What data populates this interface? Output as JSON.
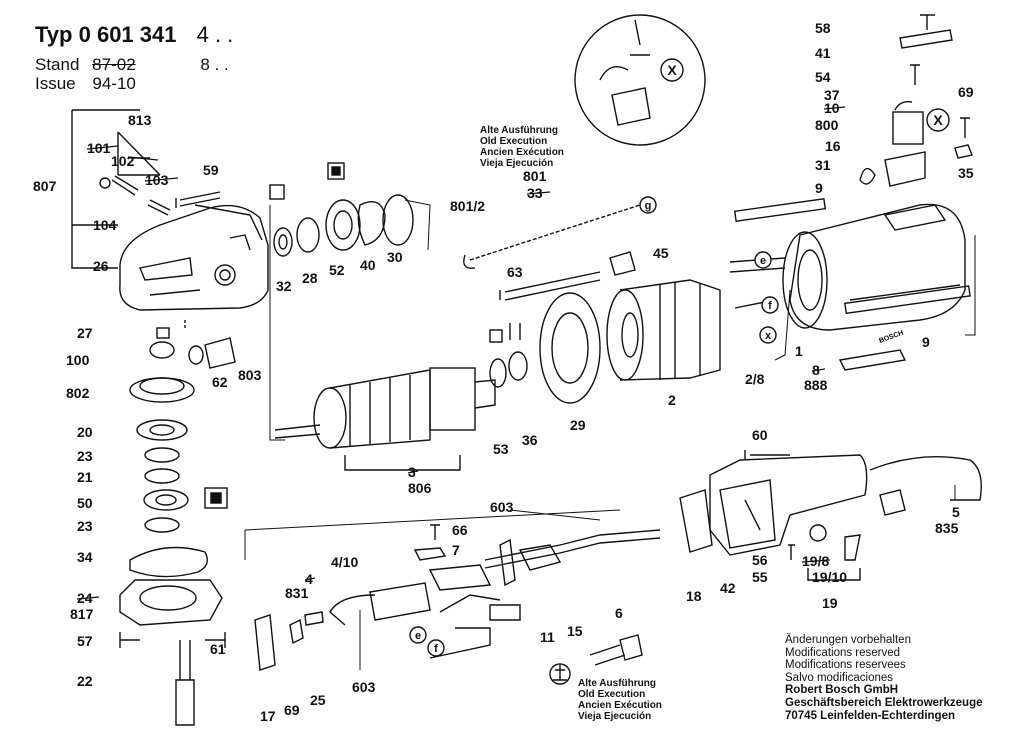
{
  "header": {
    "typ_label": "Typ",
    "typ_number": "0 601 341",
    "typ_suffix": "4 . .",
    "stand_label": "Stand",
    "stand_value": "87-02",
    "stand_suffix": "8 . .",
    "issue_label": "Issue",
    "issue_value": "94-10"
  },
  "old_execution_note": [
    "Alte Ausführung",
    "Old Execution",
    "Ancien Exécution",
    "Vieja Ejecución"
  ],
  "footer_notes": [
    "Änderungen vorbehalten",
    "Modifications reserved",
    "Modifications reservees",
    "Salvo modificaciones",
    "Robert Bosch GmbH",
    "Geschäftsbereich Elektrowerkzeuge",
    "70745 Leinfelden-Echterdingen"
  ],
  "callouts": {
    "x_symbol": "X",
    "small_x": "x",
    "e": "e",
    "f": "f",
    "g": "g"
  },
  "brand": "BOSCH",
  "part_labels": [
    {
      "id": "813",
      "t": "813"
    },
    {
      "id": "101",
      "t": "101"
    },
    {
      "id": "102",
      "t": "102"
    },
    {
      "id": "103",
      "t": "103"
    },
    {
      "id": "807",
      "t": "807"
    },
    {
      "id": "104",
      "t": "104"
    },
    {
      "id": "26",
      "t": "26"
    },
    {
      "id": "59",
      "t": "59"
    },
    {
      "id": "32",
      "t": "32"
    },
    {
      "id": "28",
      "t": "28"
    },
    {
      "id": "52",
      "t": "52"
    },
    {
      "id": "40",
      "t": "40"
    },
    {
      "id": "30",
      "t": "30"
    },
    {
      "id": "27",
      "t": "27"
    },
    {
      "id": "100",
      "t": "100"
    },
    {
      "id": "62",
      "t": "62"
    },
    {
      "id": "803",
      "t": "803"
    },
    {
      "id": "802",
      "t": "802"
    },
    {
      "id": "20",
      "t": "20"
    },
    {
      "id": "23a",
      "t": "23"
    },
    {
      "id": "21",
      "t": "21"
    },
    {
      "id": "50",
      "t": "50"
    },
    {
      "id": "23b",
      "t": "23"
    },
    {
      "id": "34",
      "t": "34"
    },
    {
      "id": "24",
      "t": "24"
    },
    {
      "id": "817",
      "t": "817"
    },
    {
      "id": "57",
      "t": "57"
    },
    {
      "id": "61",
      "t": "61"
    },
    {
      "id": "22",
      "t": "22"
    },
    {
      "id": "801",
      "t": "801"
    },
    {
      "id": "33",
      "t": "33"
    },
    {
      "id": "8012",
      "t": "801/2"
    },
    {
      "id": "63",
      "t": "63"
    },
    {
      "id": "45",
      "t": "45"
    },
    {
      "id": "53",
      "t": "53"
    },
    {
      "id": "36",
      "t": "36"
    },
    {
      "id": "29",
      "t": "29"
    },
    {
      "id": "2",
      "t": "2"
    },
    {
      "id": "3",
      "t": "3"
    },
    {
      "id": "806",
      "t": "806"
    },
    {
      "id": "58",
      "t": "58"
    },
    {
      "id": "41",
      "t": "41"
    },
    {
      "id": "54",
      "t": "54"
    },
    {
      "id": "37",
      "t": "37"
    },
    {
      "id": "10",
      "t": "10"
    },
    {
      "id": "800",
      "t": "800"
    },
    {
      "id": "16",
      "t": "16"
    },
    {
      "id": "31",
      "t": "31"
    },
    {
      "id": "69a",
      "t": "69"
    },
    {
      "id": "35",
      "t": "35"
    },
    {
      "id": "9a",
      "t": "9"
    },
    {
      "id": "9b",
      "t": "9"
    },
    {
      "id": "1",
      "t": "1"
    },
    {
      "id": "28b",
      "t": "2/8"
    },
    {
      "id": "8",
      "t": "8"
    },
    {
      "id": "888",
      "t": "888"
    },
    {
      "id": "60",
      "t": "60"
    },
    {
      "id": "5",
      "t": "5"
    },
    {
      "id": "835",
      "t": "835"
    },
    {
      "id": "603a",
      "t": "603"
    },
    {
      "id": "66",
      "t": "66"
    },
    {
      "id": "7",
      "t": "7"
    },
    {
      "id": "410",
      "t": "4/10"
    },
    {
      "id": "4",
      "t": "4"
    },
    {
      "id": "831",
      "t": "831"
    },
    {
      "id": "6",
      "t": "6"
    },
    {
      "id": "11",
      "t": "11"
    },
    {
      "id": "15",
      "t": "15"
    },
    {
      "id": "18",
      "t": "18"
    },
    {
      "id": "42",
      "t": "42"
    },
    {
      "id": "56",
      "t": "56"
    },
    {
      "id": "55",
      "t": "55"
    },
    {
      "id": "198",
      "t": "19/8"
    },
    {
      "id": "1910",
      "t": "19/10"
    },
    {
      "id": "19",
      "t": "19"
    },
    {
      "id": "17",
      "t": "17"
    },
    {
      "id": "69b",
      "t": "69"
    },
    {
      "id": "25",
      "t": "25"
    },
    {
      "id": "603b",
      "t": "603"
    }
  ]
}
